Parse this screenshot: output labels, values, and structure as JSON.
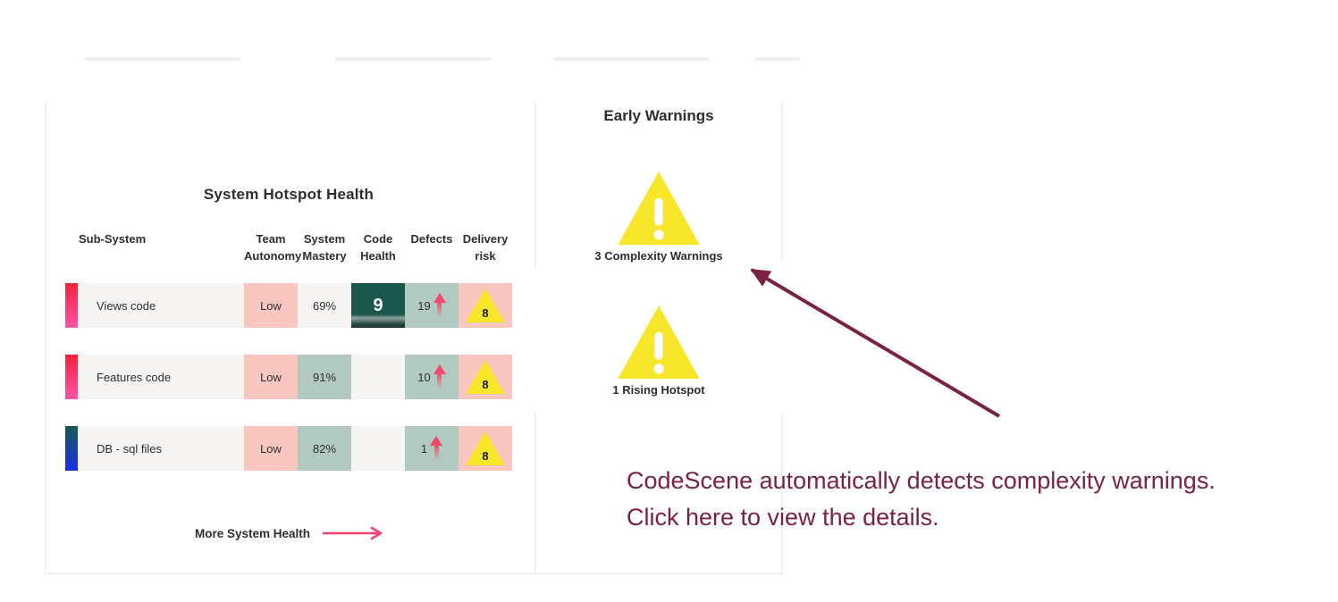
{
  "colors": {
    "text_dark": "#2e2e2e",
    "border_gray": "#f0efed",
    "salmon_cell": "#f9c7bf",
    "sage_cell": "#b2c9c1",
    "offwhite_cell": "#f5f4f2",
    "dark_green_cell": "#1a574c",
    "warning_yellow": "#f8e62b",
    "hotspot_red_top": "#f4203c",
    "hotspot_pink_bottom": "#fe55a4",
    "db_teal_top": "#185a50",
    "db_blue_bottom": "#1b2df0",
    "link_arrow_pink": "#fb3e6c",
    "defect_arrow_red": "#ee4b6b",
    "annotation_maroon": "#7b2145"
  },
  "system_hotspot_health": {
    "title": "System Hotspot Health",
    "columns": [
      "Sub-System",
      "Team Autonomy",
      "System Mastery",
      "Code Health",
      "Defects",
      "Delivery risk"
    ],
    "rows": [
      {
        "name": "Views code",
        "team_autonomy": "Low",
        "system_mastery": "69%",
        "code_health": "9",
        "defects": "19",
        "defects_trend": "up",
        "delivery_risk": "8"
      },
      {
        "name": "Features code",
        "team_autonomy": "Low",
        "system_mastery": "91%",
        "code_health": "-",
        "defects": "10",
        "defects_trend": "up",
        "delivery_risk": "8"
      },
      {
        "name": "DB - sql files",
        "team_autonomy": "Low",
        "system_mastery": "82%",
        "code_health": "-",
        "defects": "1",
        "defects_trend": "up",
        "delivery_risk": "8"
      }
    ],
    "more_link_label": "More System Health"
  },
  "early_warnings": {
    "title": "Early Warnings",
    "items": [
      {
        "count_label": "3 Complexity Warnings"
      },
      {
        "count_label": "1 Rising Hotspot"
      }
    ]
  },
  "annotation": {
    "line1": "CodeScene automatically detects complexity warnings.",
    "line2": "Click here to view the details."
  }
}
